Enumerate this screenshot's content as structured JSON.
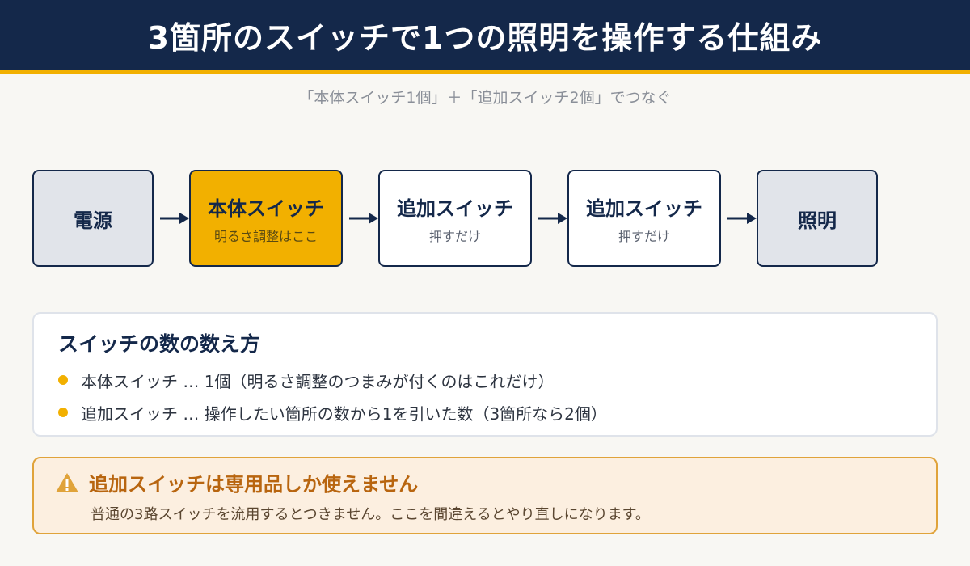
{
  "header": {
    "title": "3箇所のスイッチで1つの照明を操作する仕組み"
  },
  "subtitle": "「本体スイッチ1個」＋「追加スイッチ2個」でつなぐ",
  "flow": {
    "nodes": [
      {
        "name": "電源",
        "note": ""
      },
      {
        "name": "本体スイッチ",
        "note": "明るさ調整はここ"
      },
      {
        "name": "追加スイッチ",
        "note": "押すだけ"
      },
      {
        "name": "追加スイッチ",
        "note": "押すだけ"
      },
      {
        "name": "照明",
        "note": ""
      }
    ]
  },
  "count_card": {
    "title": "スイッチの数の数え方",
    "items": [
      "本体スイッチ … 1個（明るさ調整のつまみが付くのはこれだけ）",
      "追加スイッチ … 操作したい箇所の数から1を引いた数（3箇所なら2個）"
    ]
  },
  "warning": {
    "icon": "warning-icon",
    "title": "追加スイッチは専用品しか使えません",
    "body": "普通の3路スイッチを流用するとつきません。ここを間違えるとやり直しになります。"
  },
  "colors": {
    "navy": "#14284a",
    "accent": "#f2b000",
    "node_gray": "#e1e4ea",
    "warning_border": "#e0a33a",
    "warning_text": "#b8650f"
  }
}
